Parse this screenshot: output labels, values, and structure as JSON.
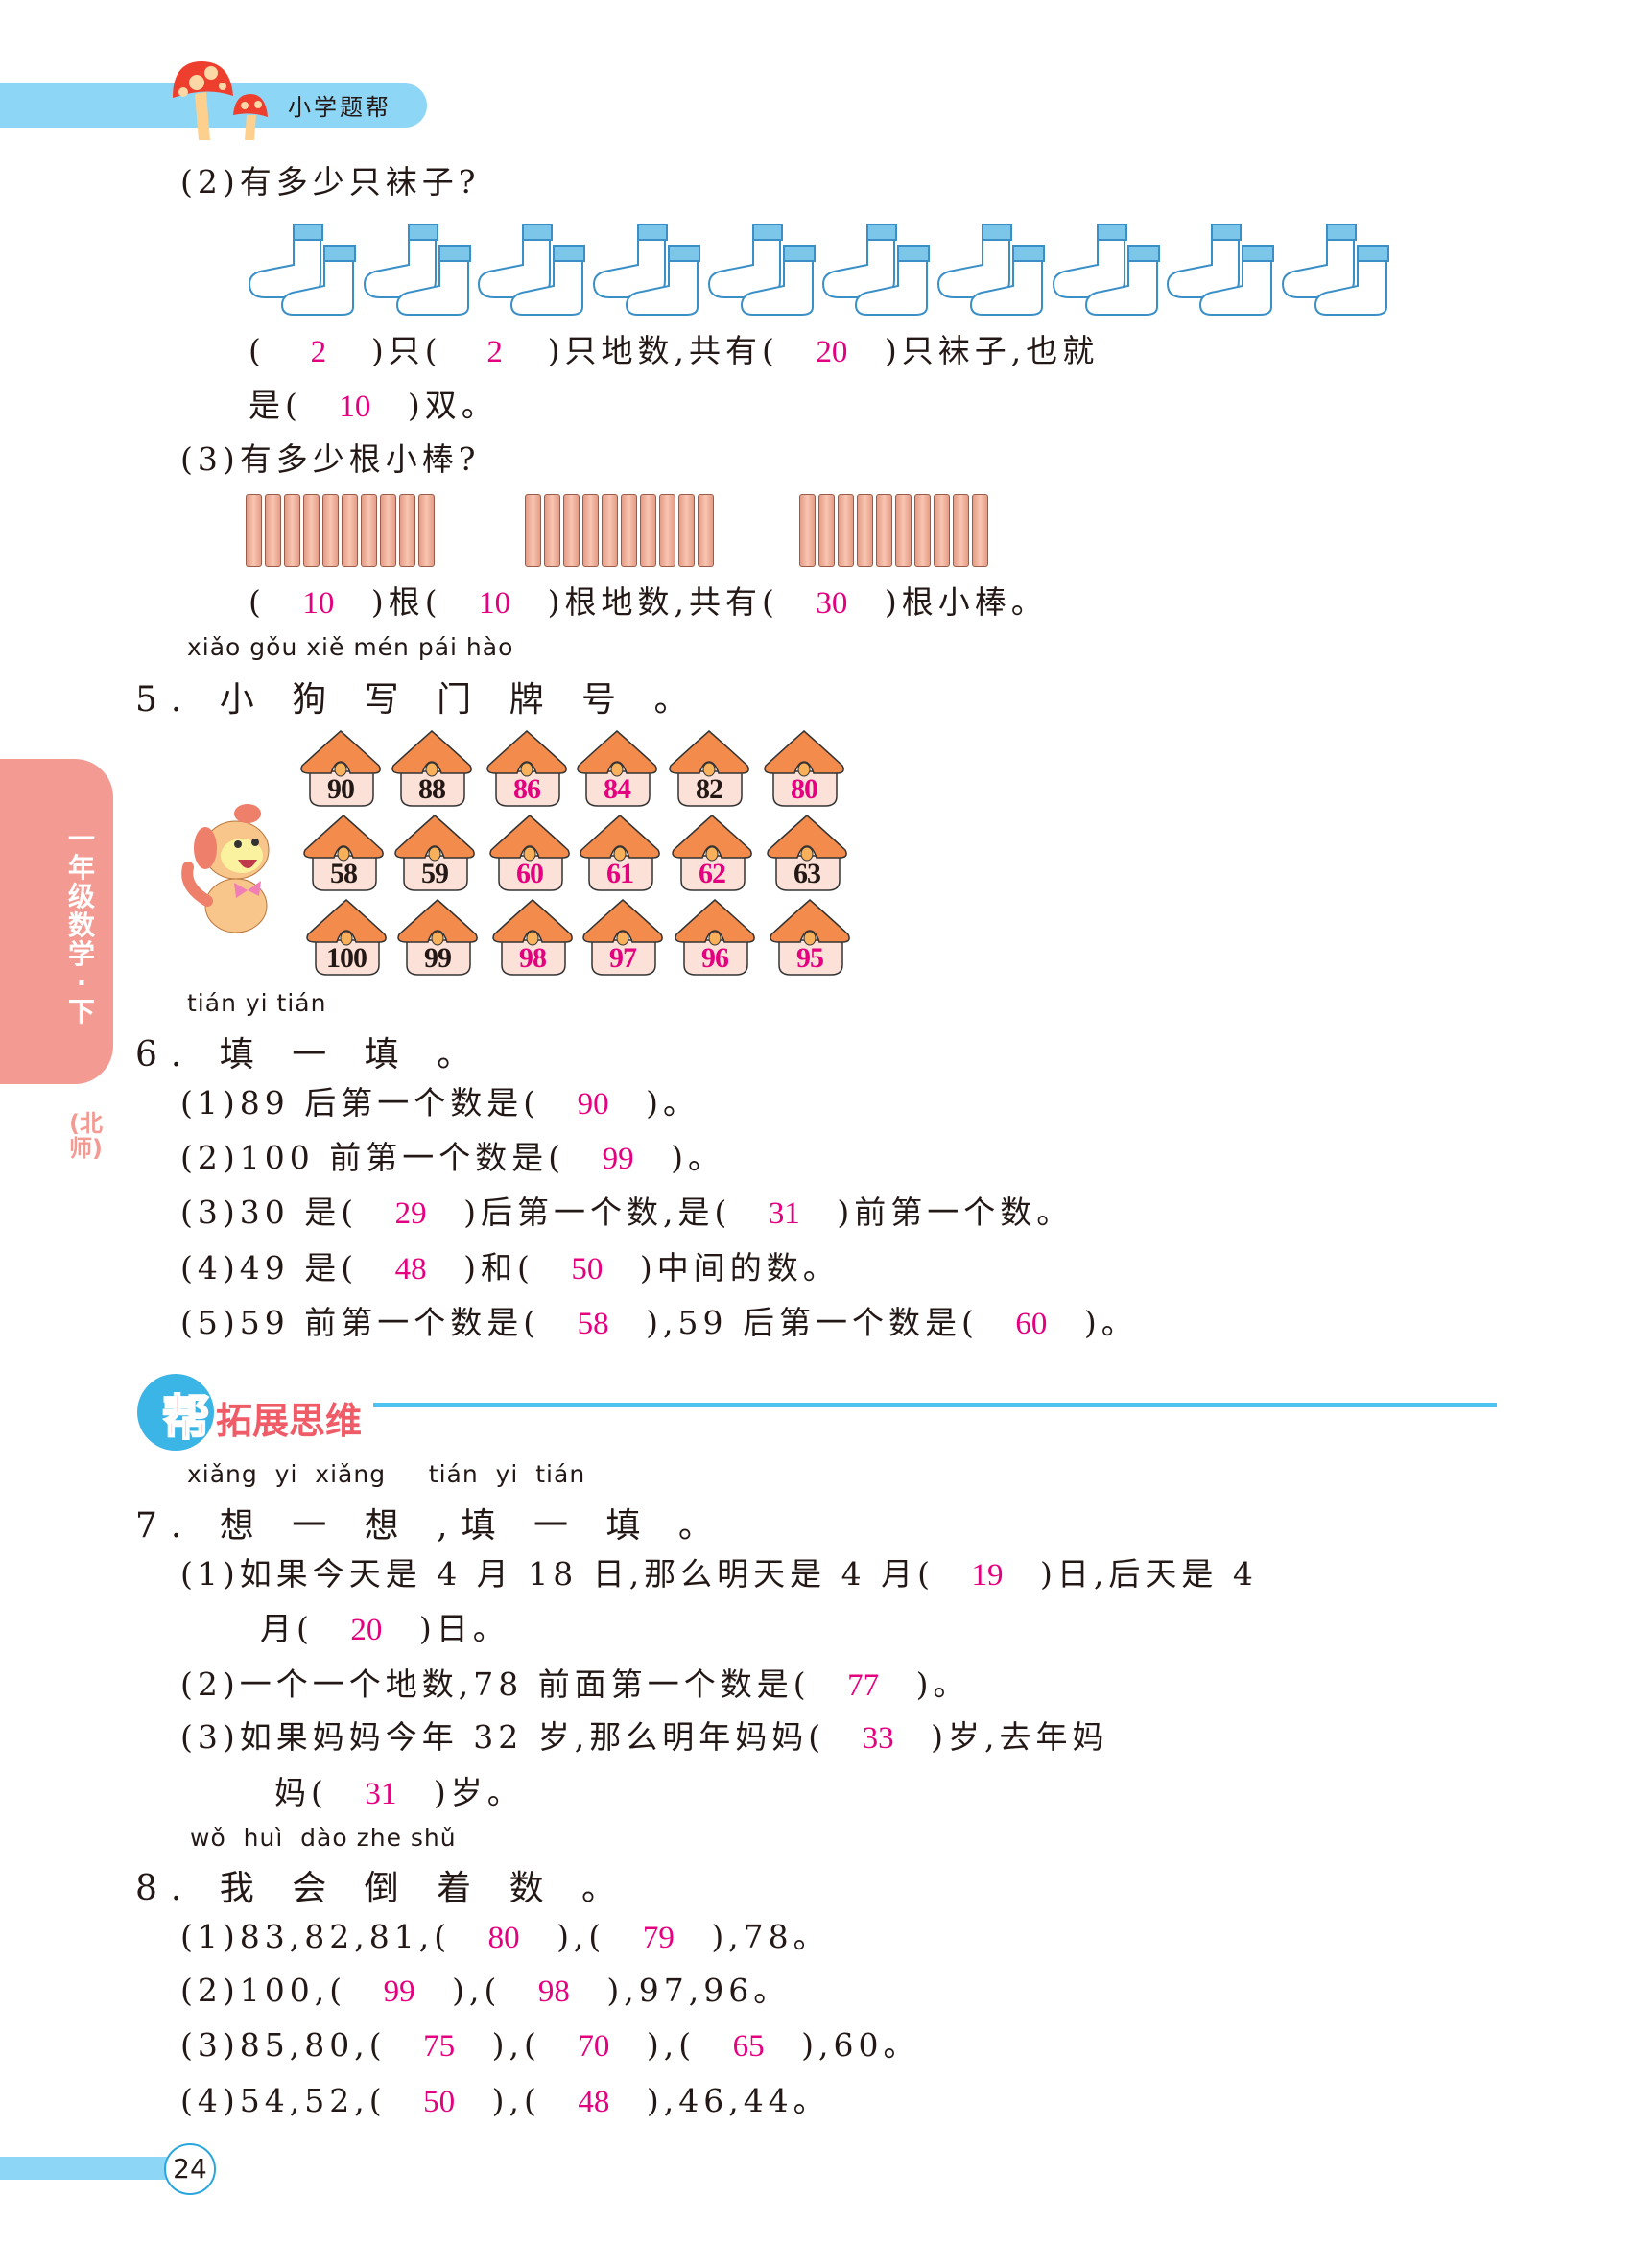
{
  "header": {
    "title": "小学题帮"
  },
  "side_tab": {
    "label": "一年级数学·下",
    "edition": "(北师)"
  },
  "q4": {
    "p2": {
      "question": "(2)有多少只袜子?",
      "line1": [
        {
          "t": "("
        },
        {
          "a": "2"
        },
        {
          "t": ")只("
        },
        {
          "a": "2"
        },
        {
          "t": ")只地数,共有("
        },
        {
          "a": "20"
        },
        {
          "t": ")只袜子,也就"
        }
      ],
      "line2": [
        {
          "t": "是("
        },
        {
          "a": "10"
        },
        {
          "t": ")双。"
        }
      ],
      "sock_pairs": 10
    },
    "p3": {
      "question": "(3)有多少根小棒?",
      "line1": [
        {
          "t": "("
        },
        {
          "a": "10"
        },
        {
          "t": ")根("
        },
        {
          "a": "10"
        },
        {
          "t": ")根地数,共有("
        },
        {
          "a": "30"
        },
        {
          "t": ")根小棒。"
        }
      ],
      "stick_groups": 3,
      "sticks_per_group": 10
    }
  },
  "q5": {
    "pinyin": "xiǎo gǒu xiě mén pái hào",
    "title": "5. 小 狗 写 门 牌 号 。",
    "houses": [
      [
        {
          "n": "90",
          "ans": false
        },
        {
          "n": "88",
          "ans": false
        },
        {
          "n": "86",
          "ans": true
        },
        {
          "n": "84",
          "ans": true
        },
        {
          "n": "82",
          "ans": false
        },
        {
          "n": "80",
          "ans": true
        }
      ],
      [
        {
          "n": "58",
          "ans": false
        },
        {
          "n": "59",
          "ans": false
        },
        {
          "n": "60",
          "ans": true
        },
        {
          "n": "61",
          "ans": true
        },
        {
          "n": "62",
          "ans": true
        },
        {
          "n": "63",
          "ans": false
        }
      ],
      [
        {
          "n": "100",
          "ans": false
        },
        {
          "n": "99",
          "ans": false
        },
        {
          "n": "98",
          "ans": true
        },
        {
          "n": "97",
          "ans": true
        },
        {
          "n": "96",
          "ans": true
        },
        {
          "n": "95",
          "ans": true
        }
      ]
    ]
  },
  "q6": {
    "pinyin": "tián  yi  tián",
    "title": "6. 填 一 填 。",
    "lines": [
      [
        {
          "t": "(1)89 后第一个数是("
        },
        {
          "a": "90"
        },
        {
          "t": ")。"
        }
      ],
      [
        {
          "t": "(2)100 前第一个数是("
        },
        {
          "a": "99"
        },
        {
          "t": ")。"
        }
      ],
      [
        {
          "t": "(3)30 是("
        },
        {
          "a": "29"
        },
        {
          "t": ")后第一个数,是("
        },
        {
          "a": "31"
        },
        {
          "t": ")前第一个数。"
        }
      ],
      [
        {
          "t": "(4)49 是("
        },
        {
          "a": "48"
        },
        {
          "t": ")和("
        },
        {
          "a": "50"
        },
        {
          "t": ")中间的数。"
        }
      ],
      [
        {
          "t": "(5)59 前第一个数是("
        },
        {
          "a": "58"
        },
        {
          "t": "),59 后第一个数是("
        },
        {
          "a": "60"
        },
        {
          "t": ")。"
        }
      ]
    ]
  },
  "section": {
    "badge": "帮",
    "title": "拓展思维"
  },
  "q7": {
    "pinyin": "xiǎng  yi  xiǎng     tián  yi  tián",
    "title": "7. 想 一 想 ,填 一 填 。",
    "lines": [
      [
        {
          "t": "(1)如果今天是 4 月 18 日,那么明天是 4 月("
        },
        {
          "a": "19"
        },
        {
          "t": ")日,后天是 4"
        }
      ],
      [
        {
          "t": "月("
        },
        {
          "a": "20"
        },
        {
          "t": ")日。"
        }
      ],
      [
        {
          "t": "(2)一个一个地数,78 前面第一个数是("
        },
        {
          "a": "77"
        },
        {
          "t": ")。"
        }
      ],
      [
        {
          "t": "(3)如果妈妈今年 32 岁,那么明年妈妈("
        },
        {
          "a": "33"
        },
        {
          "t": ")岁,去年妈"
        }
      ],
      [
        {
          "t": "妈("
        },
        {
          "a": "31"
        },
        {
          "t": ")岁。"
        }
      ]
    ]
  },
  "q8": {
    "pinyin": "wǒ  huì  dào zhe shǔ",
    "title": "8. 我 会 倒 着 数 。",
    "lines": [
      [
        {
          "t": "(1)83,82,81,("
        },
        {
          "a": "80"
        },
        {
          "t": "),("
        },
        {
          "a": "79"
        },
        {
          "t": "),78。"
        }
      ],
      [
        {
          "t": "(2)100,("
        },
        {
          "a": "99"
        },
        {
          "t": "),("
        },
        {
          "a": "98"
        },
        {
          "t": "),97,96。"
        }
      ],
      [
        {
          "t": "(3)85,80,("
        },
        {
          "a": "75"
        },
        {
          "t": "),("
        },
        {
          "a": "70"
        },
        {
          "t": "),("
        },
        {
          "a": "65"
        },
        {
          "t": "),60。"
        }
      ],
      [
        {
          "t": "(4)54,52,("
        },
        {
          "a": "50"
        },
        {
          "t": "),("
        },
        {
          "a": "48"
        },
        {
          "t": "),46,44。"
        }
      ]
    ]
  },
  "footer": {
    "page": "24"
  },
  "colors": {
    "answer": "#e4007f",
    "accent_blue": "#8dd6f5",
    "tab_pink": "#f39a93",
    "roof": "#f07a3a"
  }
}
